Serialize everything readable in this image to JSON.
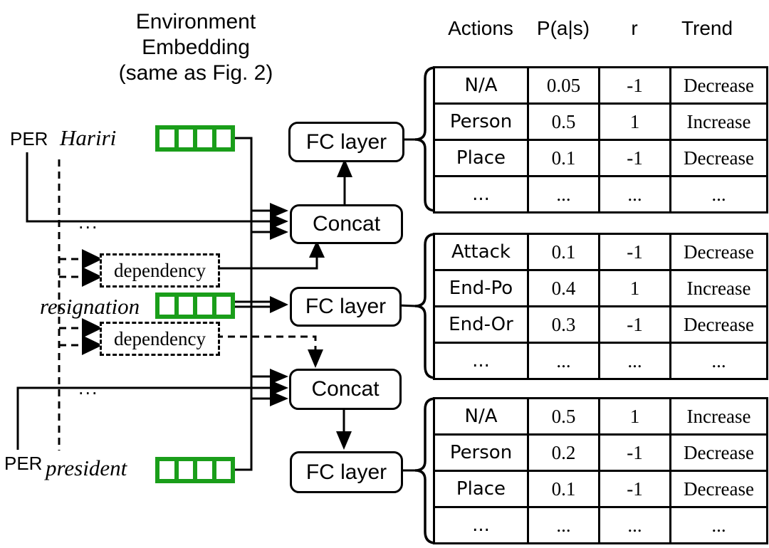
{
  "title": {
    "line1": "Environment",
    "line2": "Embedding",
    "line3": "(same as Fig. 2)"
  },
  "colors": {
    "green": "#1A9E1A",
    "line": "#000000"
  },
  "labels": {
    "per": "PER",
    "hariri": "Hariri",
    "resignation": "resignation",
    "president": "president",
    "dependency": "dependency",
    "concat": "Concat",
    "fc_layer": "FC layer",
    "dots": "..."
  },
  "header": {
    "cols": [
      "Actions",
      "P(a|s)",
      "r",
      "Trend"
    ]
  },
  "tables": [
    {
      "rows": [
        [
          "N/A",
          "0.05",
          "-1",
          "Decrease"
        ],
        [
          "Person",
          "0.5",
          "1",
          "Increase"
        ],
        [
          "Place",
          "0.1",
          "-1",
          "Decrease"
        ],
        [
          "...",
          "...",
          "...",
          "..."
        ]
      ]
    },
    {
      "rows": [
        [
          "Attack",
          "0.1",
          "-1",
          "Decrease"
        ],
        [
          "End-Po",
          "0.4",
          "1",
          "Increase"
        ],
        [
          "End-Or",
          "0.3",
          "-1",
          "Decrease"
        ],
        [
          "...",
          "...",
          "...",
          "..."
        ]
      ]
    },
    {
      "rows": [
        [
          "N/A",
          "0.5",
          "1",
          "Increase"
        ],
        [
          "Person",
          "0.2",
          "-1",
          "Decrease"
        ],
        [
          "Place",
          "0.1",
          "-1",
          "Decrease"
        ],
        [
          "...",
          "...",
          "...",
          "..."
        ]
      ]
    }
  ]
}
